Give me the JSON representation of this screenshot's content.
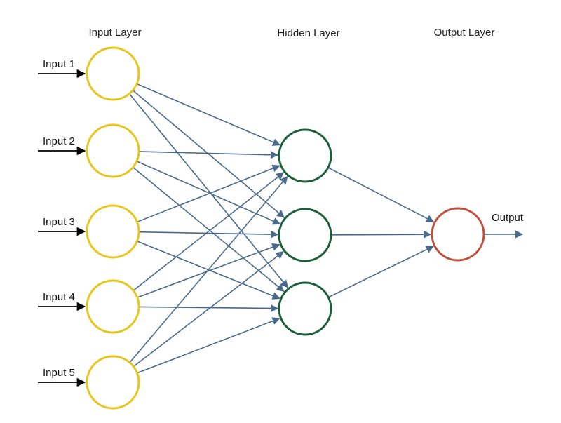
{
  "layers": {
    "input_title": "Input Layer",
    "hidden_title": "Hidden Layer",
    "output_title": "Output Layer"
  },
  "inputs": [
    {
      "label": "Input 1"
    },
    {
      "label": "Input 2"
    },
    {
      "label": "Input 3"
    },
    {
      "label": "Input 4"
    },
    {
      "label": "Input 5"
    }
  ],
  "hidden_count": 3,
  "output": {
    "label": "Output"
  },
  "colors": {
    "input_node": "#e8c51a",
    "hidden_node": "#1b5e3a",
    "output_node": "#c0503c",
    "edge": "#4a6a8c",
    "input_arrow": "#000000"
  }
}
